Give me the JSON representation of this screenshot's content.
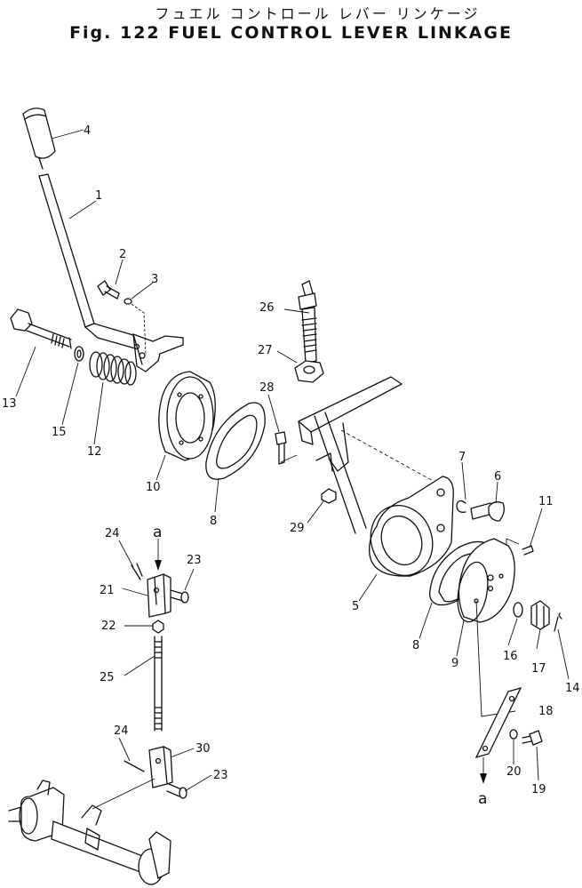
{
  "title": {
    "japanese": "フュエル コントロール レバー リンケージ",
    "english": "Fig. 122 FUEL CONTROL LEVER LINKAGE"
  },
  "callouts": [
    "1",
    "2",
    "3",
    "4",
    "5",
    "6",
    "7",
    "8",
    "8",
    "9",
    "10",
    "11",
    "12",
    "13",
    "14",
    "15",
    "16",
    "17",
    "18",
    "19",
    "20",
    "21",
    "22",
    "23",
    "23",
    "24",
    "24",
    "25",
    "26",
    "27",
    "28",
    "29",
    "30"
  ],
  "connection_marks": [
    "a",
    "a"
  ]
}
